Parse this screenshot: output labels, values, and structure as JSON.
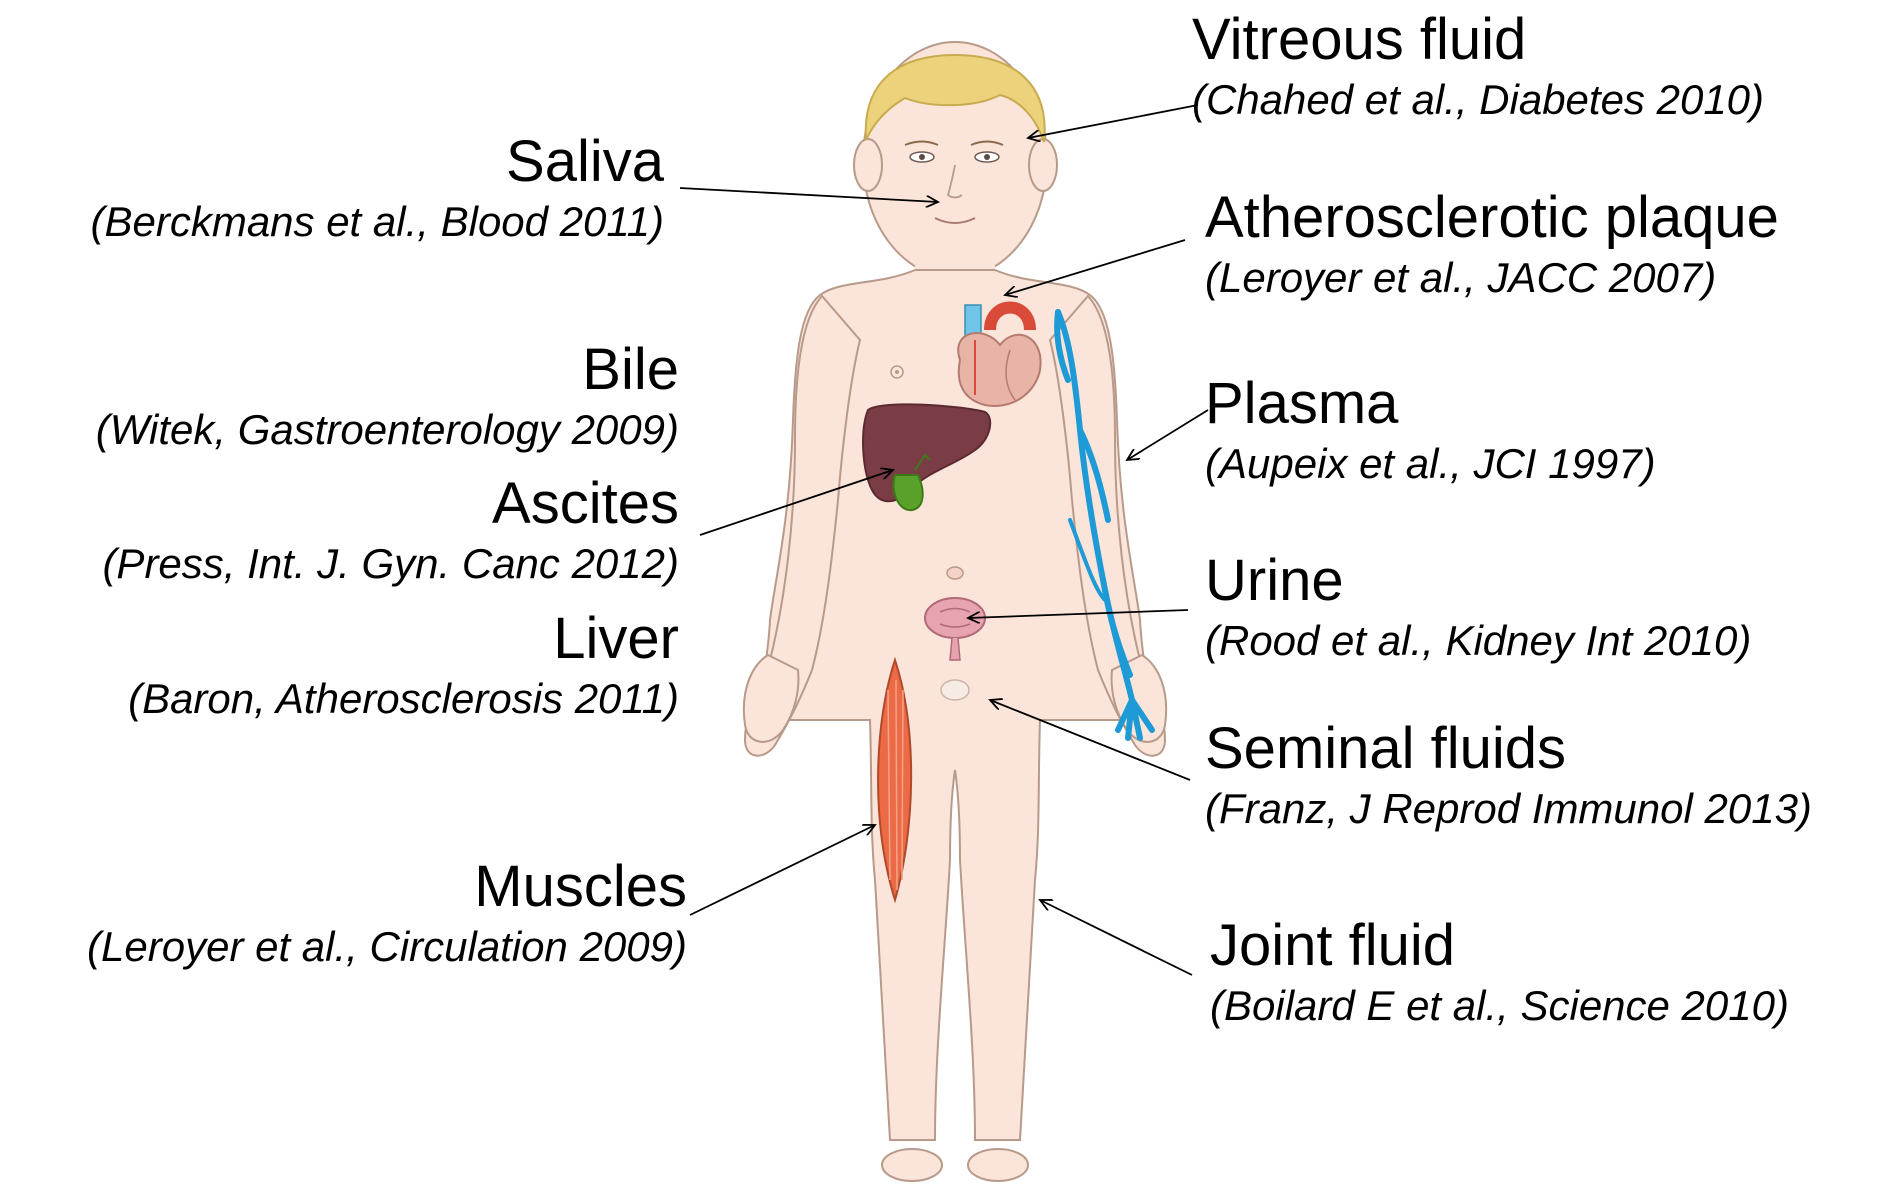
{
  "labels": {
    "vitreous": {
      "name": "Vitreous fluid",
      "cite": "(Chahed et al., Diabetes 2010)"
    },
    "saliva": {
      "name": "Saliva",
      "cite": "(Berckmans et al., Blood 2011)"
    },
    "atherosclerotic": {
      "name": "Atherosclerotic plaque",
      "cite": "(Leroyer et al., JACC 2007)"
    },
    "bile": {
      "name": "Bile",
      "cite": "(Witek, Gastroenterology 2009)"
    },
    "plasma": {
      "name": "Plasma",
      "cite": "(Aupeix et al., JCI 1997)"
    },
    "ascites": {
      "name": "Ascites",
      "cite": "(Press, Int. J. Gyn. Canc 2012)"
    },
    "urine": {
      "name": "Urine",
      "cite": "(Rood et al., Kidney Int 2010)"
    },
    "liver": {
      "name": "Liver",
      "cite": "(Baron, Atherosclerosis 2011)"
    },
    "seminal": {
      "name": "Seminal fluids",
      "cite": "(Franz, J Reprod Immunol 2013)"
    },
    "muscles": {
      "name": "Muscles",
      "cite": "(Leroyer et al., Circulation 2009)"
    },
    "joint": {
      "name": "Joint fluid",
      "cite": "(Boilard E et al., Science 2010)"
    }
  },
  "colors": {
    "skin": "#fbe4d9",
    "skin_outline": "#b89a8a",
    "hair": "#ecd27a",
    "liver": "#7a3d45",
    "gallbladder": "#5aa12b",
    "heart": "#e8b4a7",
    "aorta": "#d94b38",
    "vein": "#1e9ad6",
    "muscle": "#ec6a45",
    "bladder": "#e7a4b0",
    "arrow": "#000000"
  }
}
